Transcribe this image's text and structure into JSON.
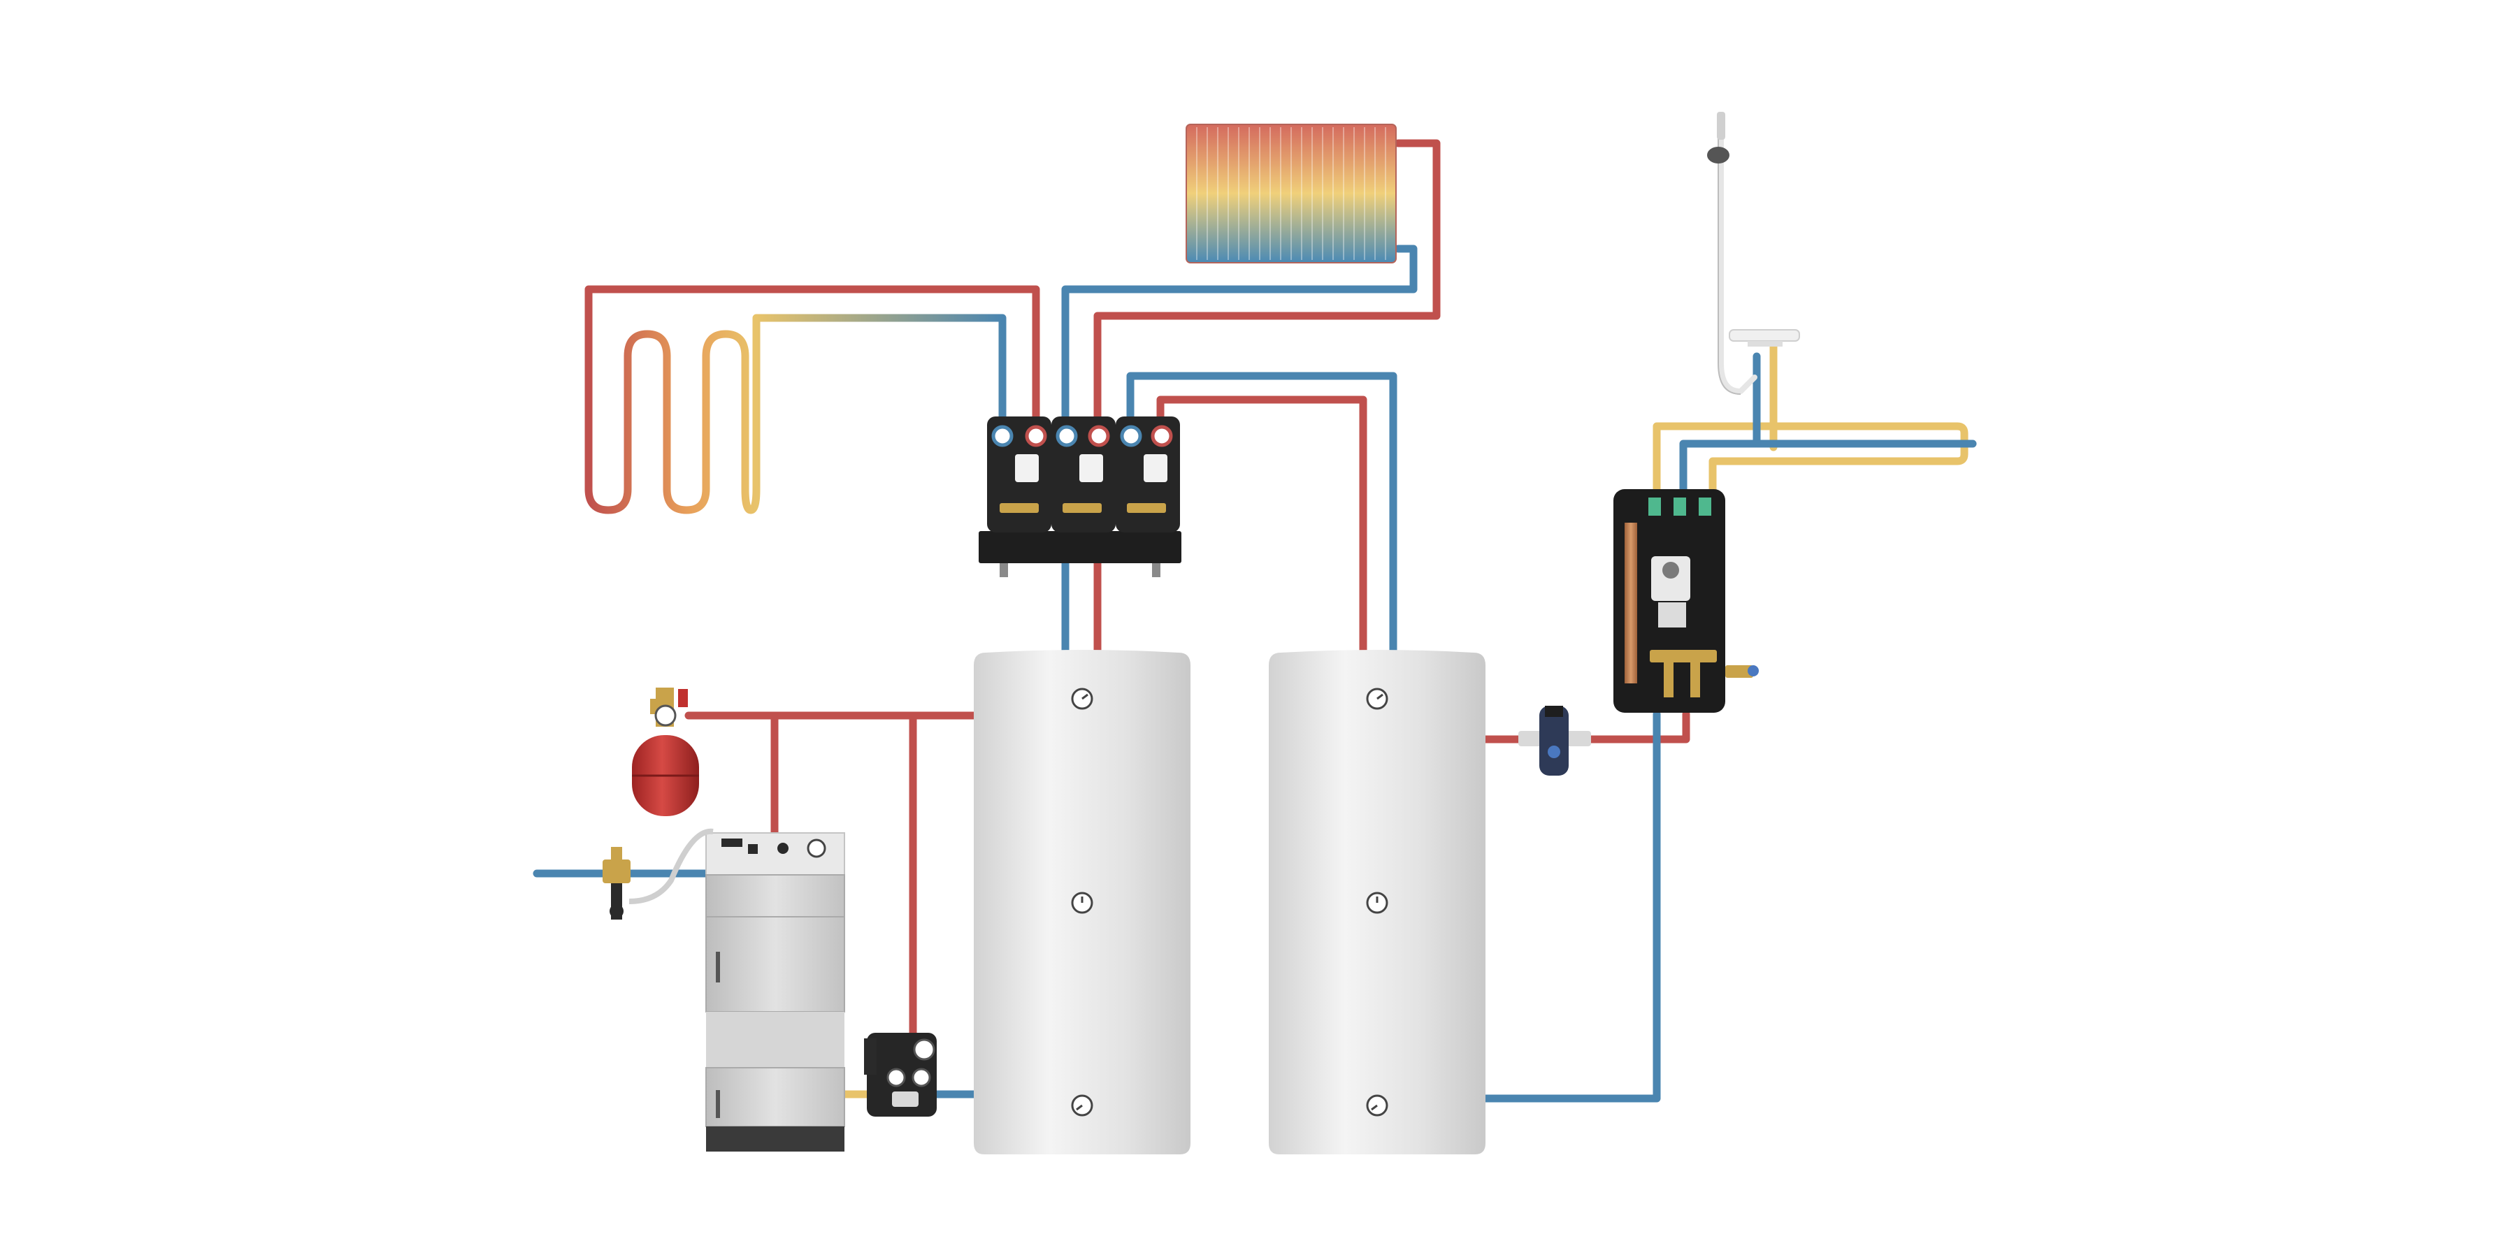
{
  "diagram": {
    "kind": "heating-system-schematic",
    "text_labels": [],
    "colors": {
      "supply_hot": "#c0504d",
      "return_cold": "#4a85b0",
      "domestic_warm": "#e8c36a",
      "cold_water": "#7fa7c7",
      "tank_body": "#e6e6e6",
      "module_black": "#222222",
      "expansion_vessel": "#c0302e",
      "brass": "#c9a34a"
    },
    "components": [
      {
        "id": "panel-radiator",
        "icon": "radiator-icon"
      },
      {
        "id": "underfloor-heating-loop",
        "icon": "floor-heating-coil-icon"
      },
      {
        "id": "pump-group-manifold",
        "icon": "pump-station-icon",
        "units": 3
      },
      {
        "id": "buffer-tank-1",
        "icon": "storage-tank-icon",
        "thermometers": 3
      },
      {
        "id": "buffer-tank-2",
        "icon": "storage-tank-icon",
        "thermometers": 3
      },
      {
        "id": "solid-fuel-boiler",
        "icon": "boiler-icon"
      },
      {
        "id": "expansion-vessel",
        "icon": "expansion-vessel-icon"
      },
      {
        "id": "thermal-safety-valve",
        "icon": "valve-icon"
      },
      {
        "id": "boiler-charging-unit",
        "icon": "charging-pump-icon"
      },
      {
        "id": "fresh-water-station",
        "icon": "fresh-water-module-icon"
      },
      {
        "id": "dirt-separator",
        "icon": "filter-icon"
      },
      {
        "id": "shower",
        "icon": "shower-icon"
      },
      {
        "id": "washbasin",
        "icon": "sink-icon"
      }
    ]
  }
}
